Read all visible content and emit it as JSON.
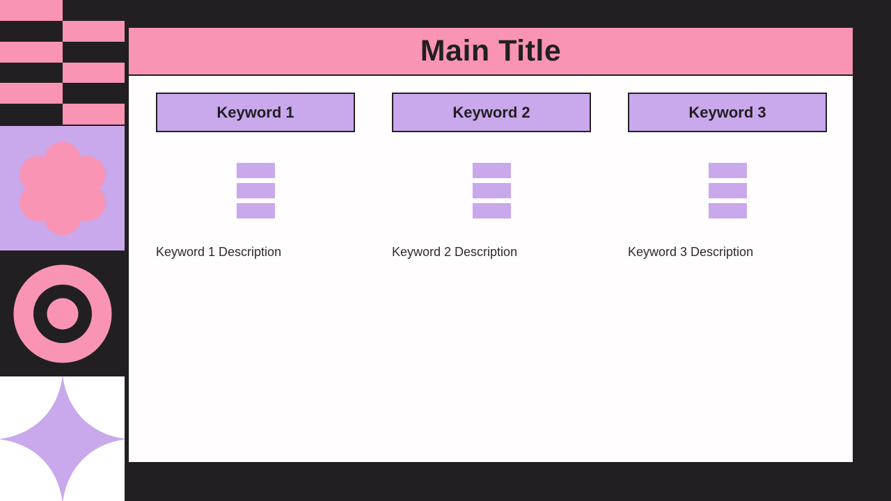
{
  "slide": {
    "background_color": "#221F22",
    "card_background": "#FFFDFD",
    "accent_pink": "#F994B4",
    "accent_lavender": "#C9A8EC",
    "ink": "#221F22"
  },
  "header": {
    "title": "Main Title"
  },
  "sidebar": {
    "decorations": [
      {
        "name": "checkerboard",
        "colors": [
          "#F994B4",
          "#221F22"
        ],
        "columns": 2,
        "rows": 6
      },
      {
        "name": "flower-blob",
        "shape_color": "#F994B4",
        "panel_color": "#C9A8EC"
      },
      {
        "name": "bullseye-target",
        "shape_color": "#F994B4",
        "panel_color": "#221F22"
      },
      {
        "name": "four-point-star",
        "shape_color": "#C9A8EC",
        "panel_color": "#FFFFFF"
      }
    ]
  },
  "columns": [
    {
      "keyword": "Keyword 1",
      "icon": "stacked-bars-icon",
      "description": "Keyword 1 Description"
    },
    {
      "keyword": "Keyword 2",
      "icon": "stacked-bars-icon",
      "description": "Keyword 2 Description"
    },
    {
      "keyword": "Keyword 3",
      "icon": "stacked-bars-icon",
      "description": "Keyword 3 Description"
    }
  ]
}
